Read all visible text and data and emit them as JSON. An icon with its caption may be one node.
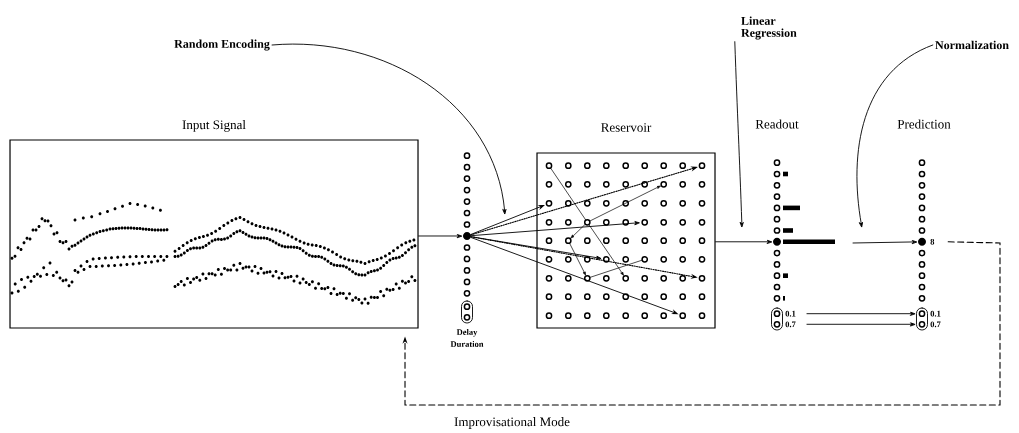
{
  "diagram": {
    "nodes": [
      {
        "text": [
          "Input Signal"
        ]
      },
      {
        "text": [],
        "shape": "circle"
      },
      {
        "text": [
          "Delay Duration"
        ]
      },
      {
        "text": [
          "Random Encoding"
        ]
      },
      {
        "text": [
          "Reservoir"
        ]
      },
      {
        "text": [],
        "shape": "circle",
        "in": 4
      },
      {
        "text": [],
        "shape": "circle",
        "in": 4
      },
      {
        "text": [],
        "shape": "circle",
        "in": 4
      },
      {
        "text": [],
        "shape": "circle",
        "in": 4
      },
      {
        "text": [],
        "shape": "circle",
        "in": 4
      },
      {
        "text": [],
        "shape": "circle",
        "in": 4
      },
      {
        "text": [
          "Linear Regression"
        ]
      },
      {
        "text": [],
        "shape": "circle"
      },
      {
        "text": [],
        "shape": "box",
        "beside": [
          "0.1",
          "0.7"
        ]
      },
      {
        "text": [
          "Normalization"
        ]
      },
      {
        "text": [],
        "shape": "circle",
        "beside": [
          "8"
        ]
      },
      {
        "text": [],
        "shape": "box",
        "beside": [
          "0.1",
          "0.7"
        ]
      }
    ],
    "edges": [
      {
        "from": 0,
        "to": 1,
        "arrow": "to"
      },
      {
        "from": 1,
        "to": 5,
        "arrow": "to"
      },
      {
        "from": 1,
        "to": 6,
        "arrow": "to"
      },
      {
        "from": 1,
        "to": 7,
        "arrow": "to"
      },
      {
        "from": 1,
        "to": 8,
        "arrow": "to"
      },
      {
        "from": 1,
        "to": 9,
        "arrow": "to",
        "style": "dashed"
      },
      {
        "from": 1,
        "to": 10,
        "arrow": "to",
        "style": "dashed"
      },
      {
        "from": 3,
        "to": null,
        "arrow": "to"
      },
      {
        "from": 4,
        "to": 12,
        "arrow": "to"
      },
      {
        "from": 11,
        "to": null,
        "arrow": "to"
      },
      {
        "from": 14,
        "to": null,
        "arrow": "to"
      },
      {
        "from": null,
        "to": 15,
        "arrow": "to"
      },
      {
        "from": 13,
        "to": 16,
        "arrow": "to"
      },
      {
        "from": 13,
        "to": 16,
        "arrow": "to"
      },
      {
        "from": 15,
        "to": 0,
        "arrow": "to",
        "style": "dashed",
        "label": "Improvisational Mode"
      }
    ],
    "labels": [
      "Readout",
      "Prediction"
    ]
  }
}
